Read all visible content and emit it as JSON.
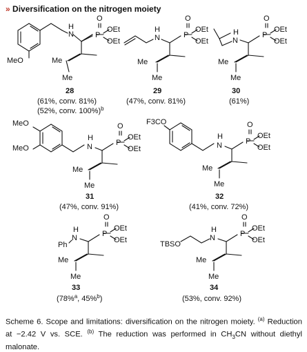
{
  "header": {
    "marker": "»",
    "title": "Diversification on the nitrogen moiety"
  },
  "compounds": [
    {
      "id": "28",
      "results": [
        "(61%, conv. 81%)",
        "(52%, conv. 100%)"
      ],
      "result_sup": "b",
      "labels": {
        "h": "H",
        "n": "N",
        "o": "O",
        "p": "P",
        "oet1": "OEt",
        "oet2": "OEt",
        "me1": "Me",
        "me2": "Me",
        "meo": "MeO"
      }
    },
    {
      "id": "29",
      "results": [
        "(47%, conv. 81%)"
      ],
      "labels": {
        "h": "H",
        "n": "N",
        "o": "O",
        "p": "P",
        "oet1": "OEt",
        "oet2": "OEt",
        "me1": "Me",
        "me2": "Me"
      }
    },
    {
      "id": "30",
      "results": [
        "(61%)"
      ],
      "labels": {
        "h": "H",
        "n": "N",
        "o": "O",
        "p": "P",
        "oet1": "OEt",
        "oet2": "OEt",
        "me1": "Me",
        "me2": "Me"
      }
    },
    {
      "id": "31",
      "results": [
        "(47%, conv. 91%)"
      ],
      "labels": {
        "h": "H",
        "n": "N",
        "o": "O",
        "p": "P",
        "oet1": "OEt",
        "oet2": "OEt",
        "me1": "Me",
        "me2": "Me",
        "meo1": "MeO",
        "meo2": "MeO"
      }
    },
    {
      "id": "32",
      "results": [
        "(41%, conv. 72%)"
      ],
      "labels": {
        "h": "H",
        "n": "N",
        "o": "O",
        "p": "P",
        "oet1": "OEt",
        "oet2": "OEt",
        "me1": "Me",
        "me2": "Me",
        "f3co": "F3CO"
      }
    },
    {
      "id": "33",
      "result_parts": [
        "(78%",
        "a",
        ", 45%",
        "b",
        ")"
      ],
      "labels": {
        "h": "H",
        "n": "N",
        "o": "O",
        "p": "P",
        "oet1": "OEt",
        "oet2": "OEt",
        "me1": "Me",
        "me2": "Me",
        "ph": "Ph"
      }
    },
    {
      "id": "34",
      "results": [
        "(53%, conv. 92%)"
      ],
      "labels": {
        "h": "H",
        "n": "N",
        "o": "O",
        "p": "P",
        "oet1": "OEt",
        "oet2": "OEt",
        "me1": "Me",
        "me2": "Me",
        "tbso": "TBSO"
      }
    }
  ],
  "caption": {
    "lead": "Scheme 6. Scope and limitations: diversification on the nitrogen moiety.",
    "note_a_mark": "(a)",
    "note_a": " Reduction at −2.42 V vs. SCE. ",
    "note_b_mark": "(b)",
    "note_b_pre": " The reduction was performed in CH",
    "note_b_sub1": "3",
    "note_b_mid": "CN without diethyl malonate."
  }
}
